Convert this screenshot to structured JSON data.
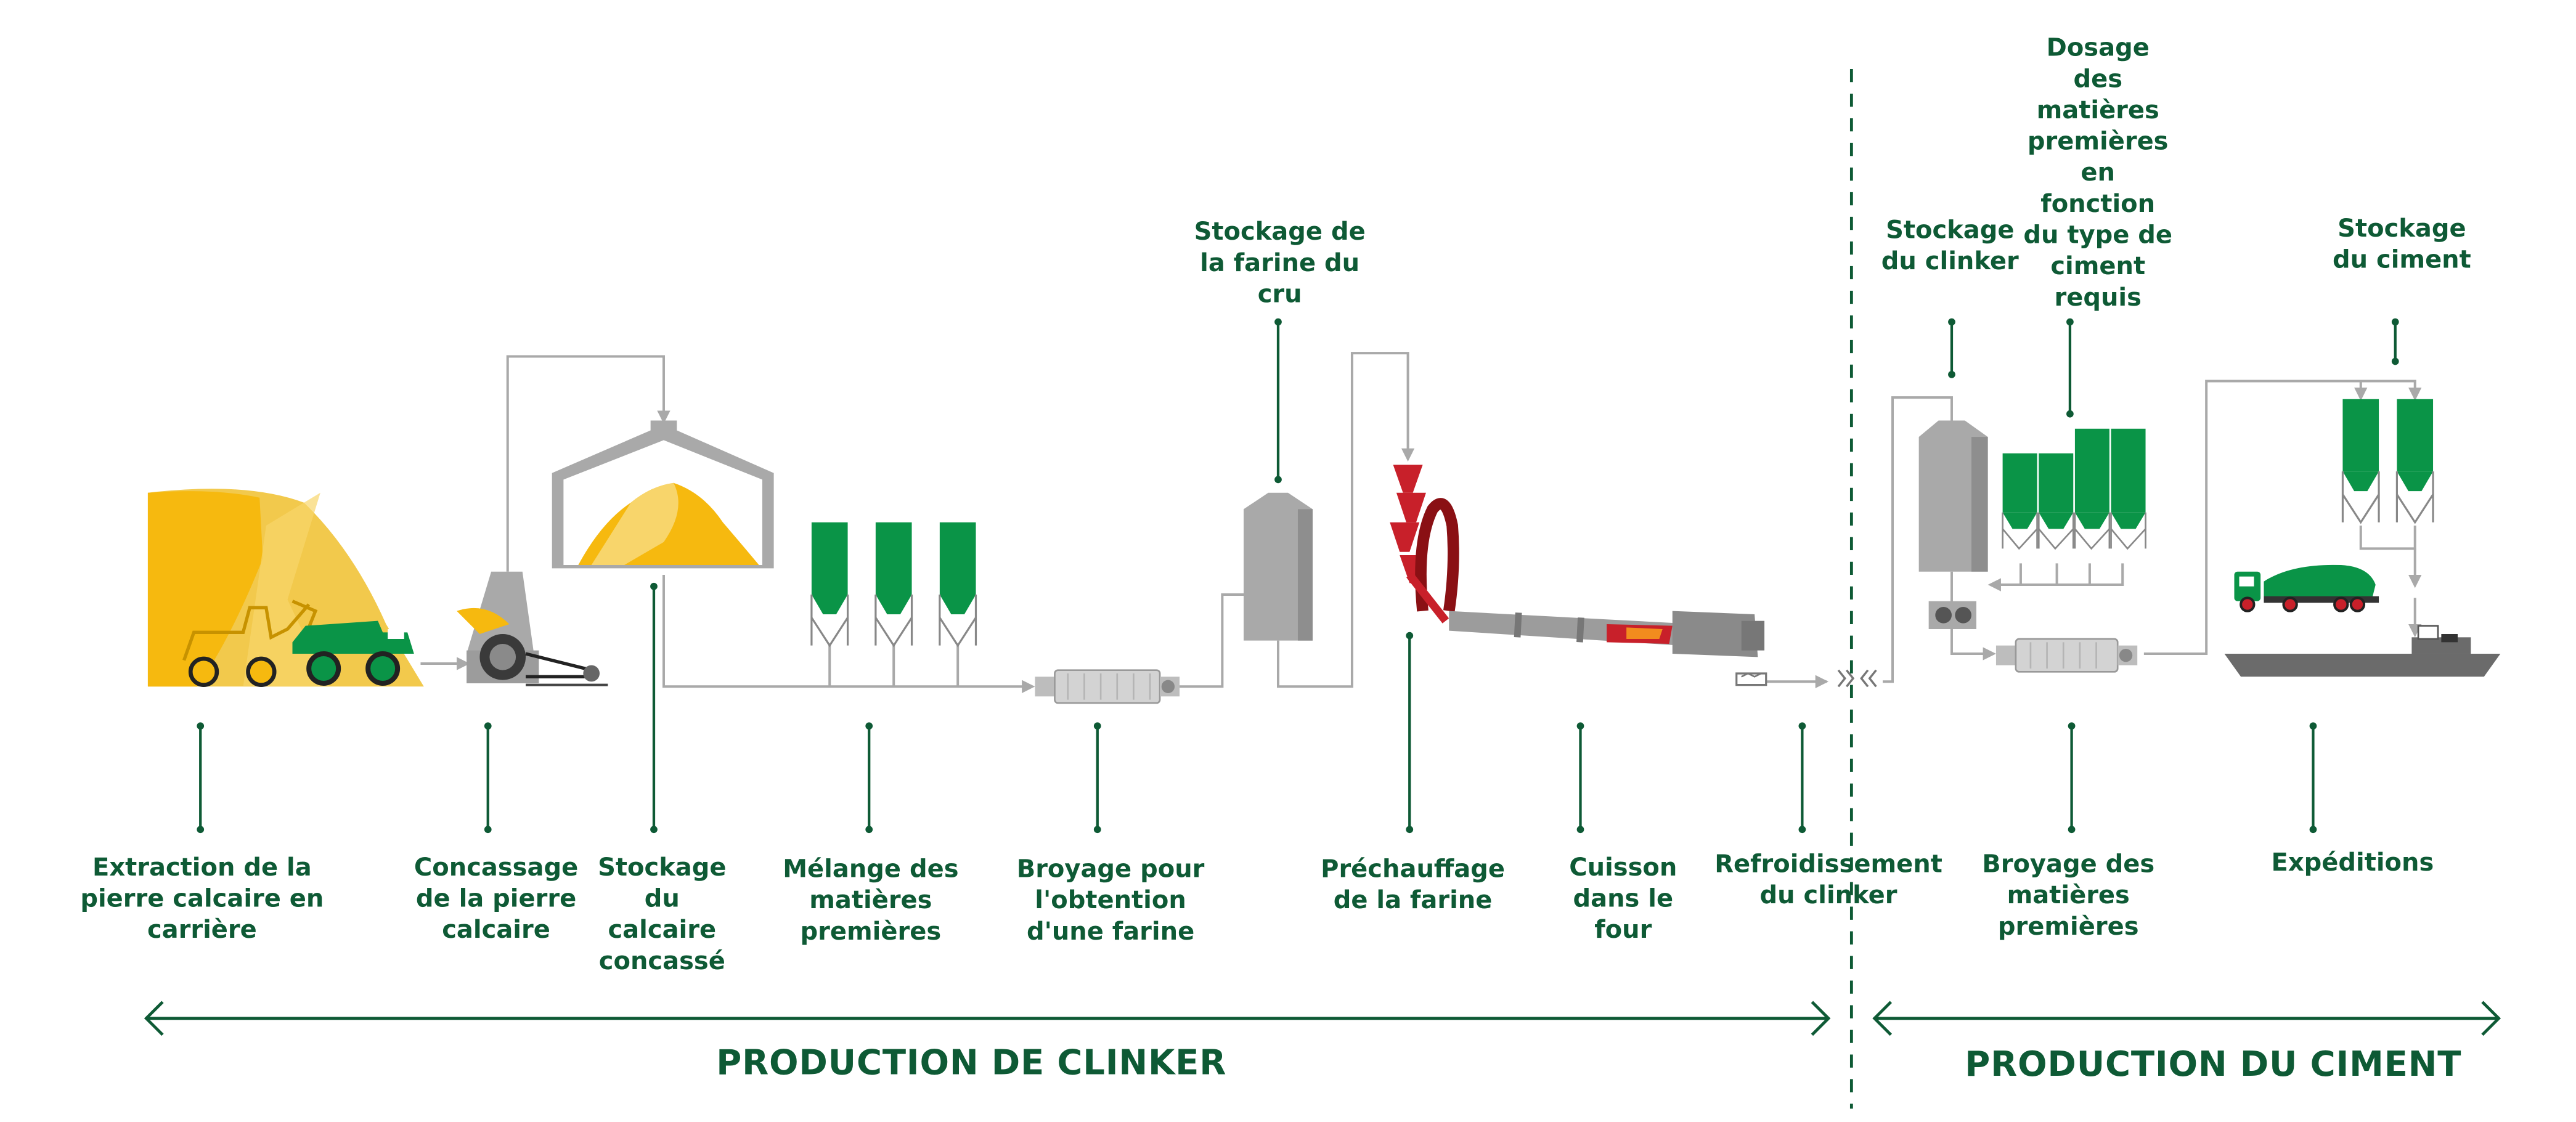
{
  "colors": {
    "green_dark": "#0e5a35",
    "green_silo": "#0a9447",
    "yellow": "#f6b90f",
    "grey": "#a9a9a9",
    "red": "#c8202a"
  },
  "top_labels": {
    "farine_storage": "Stockage de\nla farine du\ncru",
    "clinker_storage": "Stockage\ndu clinker",
    "dosage": "Dosage\ndes\nmatières\npremières\nen\nfonction\ndu type de\nciment\nrequis",
    "cement_storage": "Stockage\ndu ciment"
  },
  "bottom_labels": {
    "extraction": "Extraction de la\npierre calcaire en\ncarrière",
    "concassage": "Concassage\nde la pierre\ncalcaire",
    "stockage_calcaire": "Stockage\ndu\ncalcaire\nconcassé",
    "melange": "Mélange des\nmatières\npremières",
    "broyage_farine": "Broyage pour\nl'obtention\nd'une farine",
    "prechauffage": "Préchauffage\nde la farine",
    "cuisson": "Cuisson\ndans le\nfour",
    "refroidissement": "Refroidissement\ndu clinker",
    "broyage_matieres": "Broyage des\nmatières\npremières",
    "expeditions": "Expéditions"
  },
  "sections": {
    "clinker": "PRODUCTION DE CLINKER",
    "ciment": "PRODUCTION DU CIMENT"
  }
}
